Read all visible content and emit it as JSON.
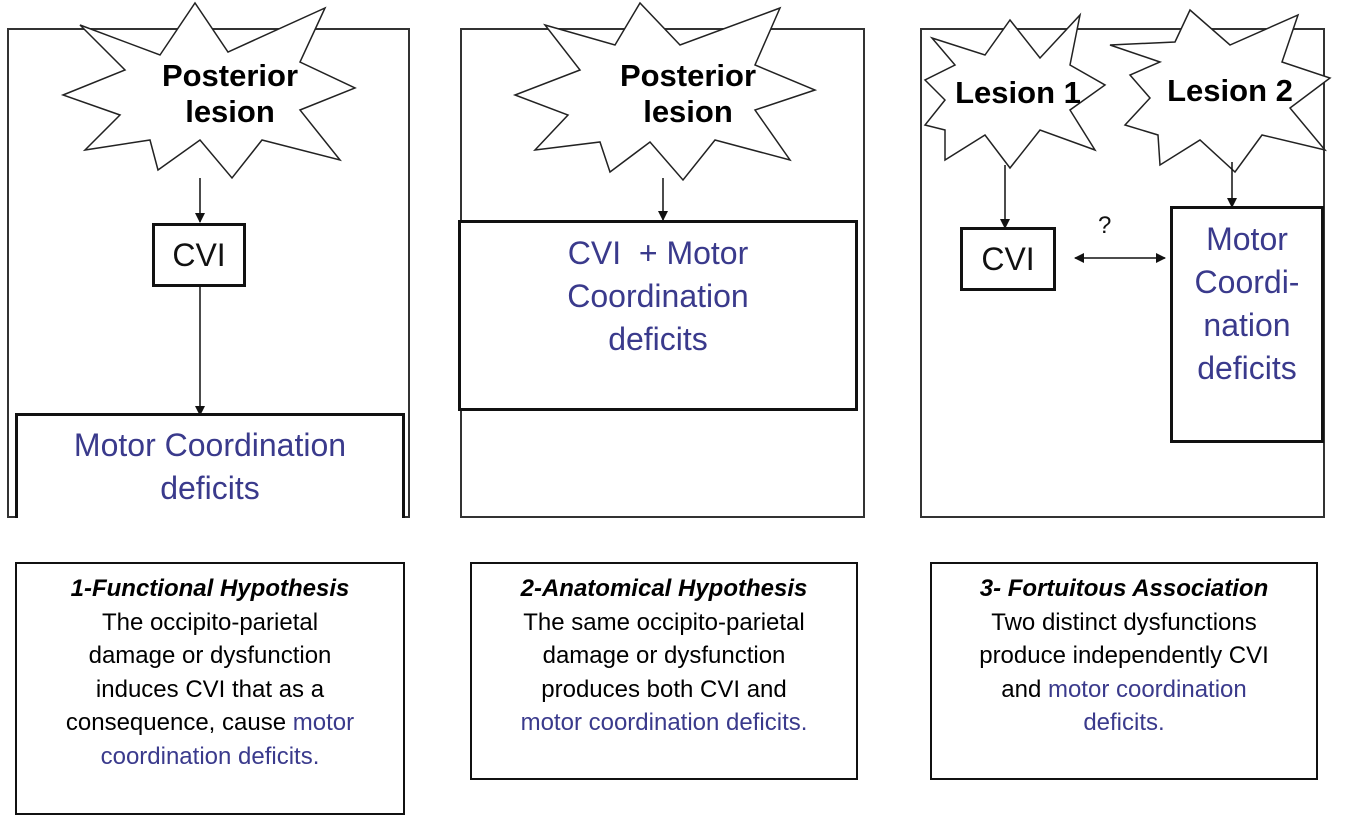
{
  "panel1": {
    "burst_label_line1": "Posterior",
    "burst_label_line2": "lesion",
    "cvi_label": "CVI",
    "result_label_line1": "Motor Coordination",
    "result_label_line2": "deficits"
  },
  "panel2": {
    "burst_label_line1": "Posterior",
    "burst_label_line2": "lesion",
    "result_label_line1": "CVI  + Motor",
    "result_label_line2": "Coordination",
    "result_label_line3": "deficits"
  },
  "panel3": {
    "lesion1_label": "Lesion 1",
    "lesion2_label": "Lesion 2",
    "cvi_label": "CVI",
    "question_label": "?",
    "result_label_line1": "Motor",
    "result_label_line2": "Coordi-",
    "result_label_line3": "nation",
    "result_label_line4": "deficits"
  },
  "captions": [
    {
      "title": "1-Functional Hypothesis",
      "text": "The occipito-parietal\ndamage or dysfunction\ninduces CVI that as a\nconsequence, cause",
      "highlight": "motor\ncoordination deficits."
    },
    {
      "title": "2-Anatomical Hypothesis",
      "text": "The same occipito-parietal\ndamage or dysfunction\nproduces both CVI and",
      "highlight": "motor coordination deficits."
    },
    {
      "title": "3- Fortuitous Association",
      "text": "Two distinct dysfunctions\nproduce independently CVI\nand",
      "highlight": "motor coordination\ndeficits."
    }
  ],
  "colors": {
    "deficit_text": "#3a3a8c",
    "border": "#111111"
  }
}
